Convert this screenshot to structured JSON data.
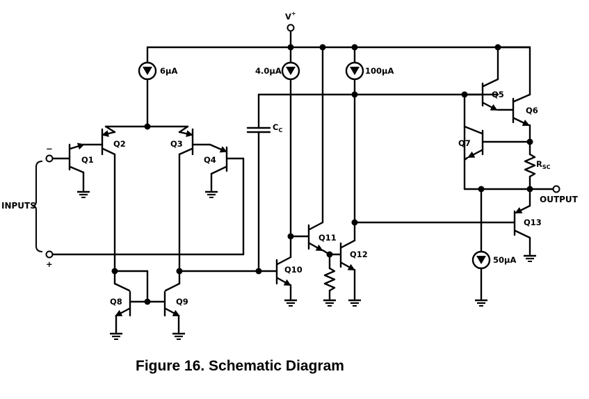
{
  "caption": "Figure 16.  Schematic Diagram",
  "supply": {
    "name": "V",
    "sup": "+"
  },
  "transistors": {
    "q1": "Q1",
    "q2": "Q2",
    "q3": "Q3",
    "q4": "Q4",
    "q5": "Q5",
    "q6": "Q6",
    "q7": "Q7",
    "q8": "Q8",
    "q9": "Q9",
    "q10": "Q10",
    "q11": "Q11",
    "q12": "Q12",
    "q13": "Q13"
  },
  "sources": {
    "s6": "6μA",
    "s4": "4.0μA",
    "s100": "100μA",
    "s50": "50μA"
  },
  "cc": {
    "main": "C",
    "sub": "C"
  },
  "rsc": {
    "main": "R",
    "sub": "SC"
  },
  "inputs": {
    "label": "INPUTS",
    "minus": "−",
    "plus": "+"
  },
  "output": "OUTPUT"
}
